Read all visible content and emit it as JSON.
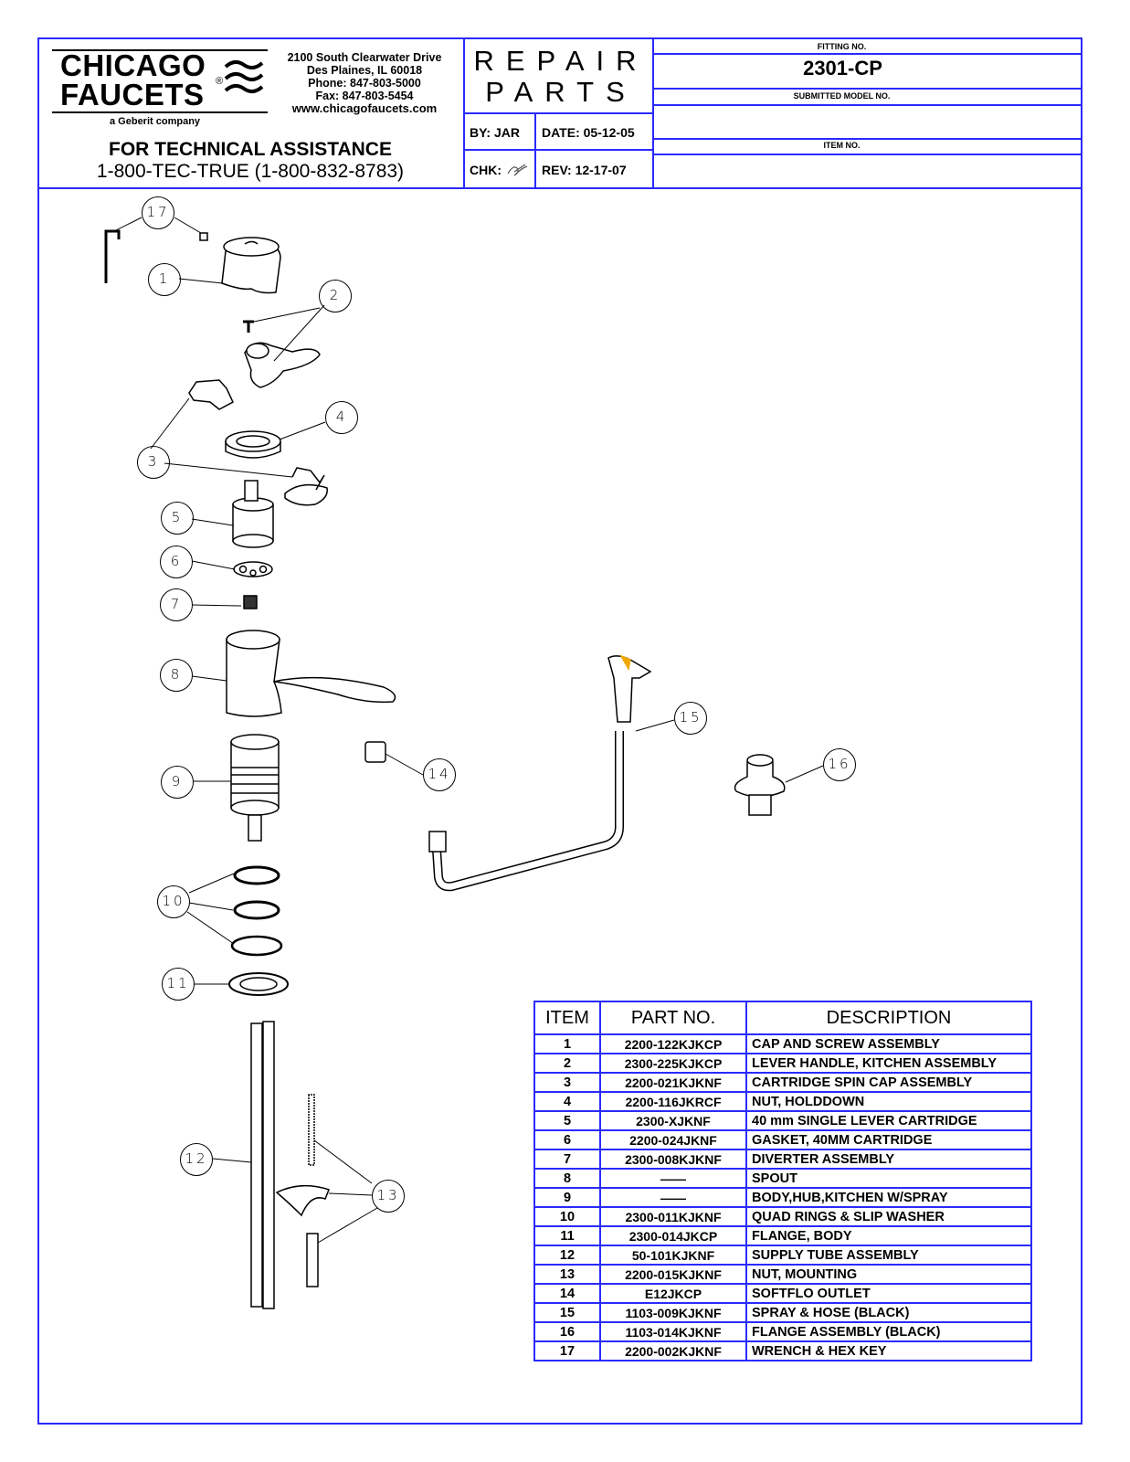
{
  "company": {
    "name_line1": "CHICAGO",
    "name_line2": "FAUCETS",
    "registered": "®",
    "tagline": "a Geberit company",
    "address": "2100 South Clearwater Drive",
    "city": "Des Plaines, IL 60018",
    "phone": "Phone: 847-803-5000",
    "fax": "Fax: 847-803-5454",
    "web": "www.chicagofaucets.com",
    "assist_heading": "FOR TECHNICAL ASSISTANCE",
    "assist_phone": "1-800-TEC-TRUE (1-800-832-8783)"
  },
  "title": {
    "line1": "REPAIR",
    "line2": "PARTS"
  },
  "meta": {
    "by": "BY:  JAR",
    "date": "DATE:  05-12-05",
    "chk": "CHK:",
    "rev": "REV:    12-17-07",
    "fitting_label": "FITTING NO.",
    "fitting_value": "2301-CP",
    "model_label": "SUBMITTED MODEL NO.",
    "model_value": "",
    "item_label": "ITEM NO.",
    "item_value": ""
  },
  "callouts": [
    "17",
    "1",
    "2",
    "4",
    "3",
    "5",
    "6",
    "7",
    "8",
    "9",
    "10",
    "11",
    "12",
    "13",
    "14",
    "15",
    "16"
  ],
  "table": {
    "headers": [
      "ITEM",
      "PART NO.",
      "DESCRIPTION"
    ],
    "rows": [
      [
        "1",
        "2200-122KJKCP",
        "CAP AND SCREW ASSEMBLY"
      ],
      [
        "2",
        "2300-225KJKCP",
        "LEVER HANDLE, KITCHEN ASSEMBLY"
      ],
      [
        "3",
        "2200-021KJKNF",
        "CARTRIDGE SPIN CAP ASSEMBLY"
      ],
      [
        "4",
        "2200-116JKRCF",
        "NUT, HOLDDOWN"
      ],
      [
        "5",
        "2300-XJKNF",
        "40 mm SINGLE LEVER CARTRIDGE"
      ],
      [
        "6",
        "2200-024JKNF",
        "GASKET, 40MM CARTRIDGE"
      ],
      [
        "7",
        "2300-008KJKNF",
        "DIVERTER ASSEMBLY"
      ],
      [
        "8",
        "——",
        "SPOUT"
      ],
      [
        "9",
        "——",
        "BODY,HUB,KITCHEN W/SPRAY"
      ],
      [
        "10",
        "2300-011KJKNF",
        "QUAD RINGS & SLIP WASHER"
      ],
      [
        "11",
        "2300-014JKCP",
        "FLANGE, BODY"
      ],
      [
        "12",
        "50-101KJKNF",
        "SUPPLY TUBE ASSEMBLY"
      ],
      [
        "13",
        "2200-015KJKNF",
        "NUT, MOUNTING"
      ],
      [
        "14",
        "E12JKCP",
        "SOFTFLO OUTLET"
      ],
      [
        "15",
        "1103-009KJKNF",
        "SPRAY & HOSE (BLACK)"
      ],
      [
        "16",
        "1103-014KJKNF",
        "FLANGE ASSEMBLY (BLACK)"
      ],
      [
        "17",
        "2200-002KJKNF",
        "WRENCH & HEX KEY"
      ]
    ]
  },
  "colors": {
    "border": "#2a2aff",
    "ink": "#000000",
    "accent": "#f0a800"
  }
}
